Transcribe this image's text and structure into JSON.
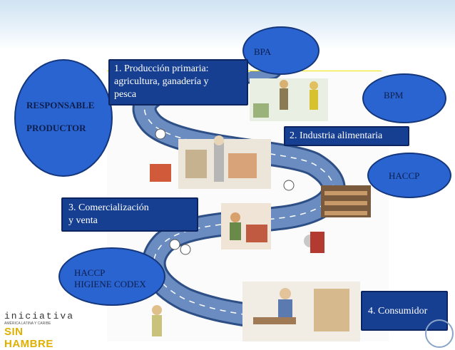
{
  "ellipses": {
    "responsable": [
      "RESPONSABLE",
      "PRODUCTOR"
    ],
    "bpa": "BPA",
    "bpm": "BPM",
    "haccp": "HACCP",
    "haccp_codex": [
      "HACCP",
      "HIGIENE CODEX"
    ]
  },
  "stages": {
    "produccion": [
      "1.    Producción primaria:",
      " agricultura, ganadería y",
      "pesca"
    ],
    "industria": "2. Industria alimentaria",
    "comercializacion": [
      "3. Comercialización",
      "y venta"
    ],
    "consumidor": "4. Consumidor"
  },
  "logo": {
    "word": "iniciativa",
    "subtitle": "AMÉRICA LATINA Y CARIBE",
    "name": "SIN HAMBRE"
  },
  "colors": {
    "box_fill": "#163f92",
    "ellipse_fill": "#2a64d0",
    "road": "#3a5f99",
    "accent": "#f2e300"
  }
}
